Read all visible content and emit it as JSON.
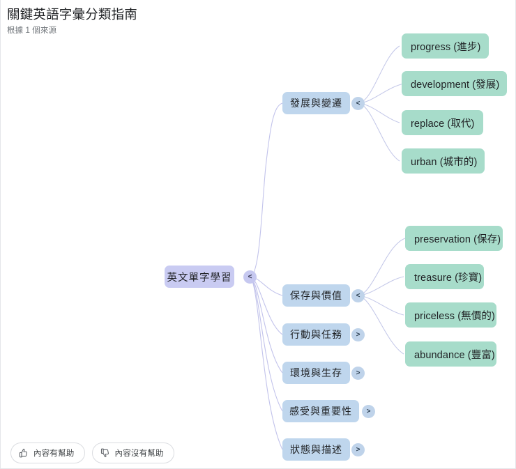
{
  "header": {
    "title": "關鍵英語字彙分類指南",
    "subtitle": "根據 1 個來源"
  },
  "colors": {
    "root_node": "#c9cbf2",
    "branch_node": "#bfd6ed",
    "leaf_node": "#a7dcca",
    "edge": "#b7b8e8",
    "toggle_root": "#c6c8f0",
    "toggle_branch": "#bfd3ea",
    "text": "#1f2124",
    "subtitle": "#70757a"
  },
  "mindmap": {
    "root": {
      "label": "英文單字學習",
      "toggle": "<",
      "toggle_state": "expanded"
    },
    "branches": [
      {
        "label": "發展與變遷",
        "toggle": "<",
        "toggle_state": "expanded",
        "children": [
          {
            "label": "progress (進步)"
          },
          {
            "label": "development (發展)"
          },
          {
            "label": "replace (取代)"
          },
          {
            "label": "urban (城市的)"
          }
        ]
      },
      {
        "label": "保存與價值",
        "toggle": "<",
        "toggle_state": "expanded",
        "children": [
          {
            "label": "preservation (保存)"
          },
          {
            "label": "treasure (珍寶)"
          },
          {
            "label": "priceless (無價的)"
          },
          {
            "label": "abundance (豐富)"
          }
        ]
      },
      {
        "label": "行動與任務",
        "toggle": ">",
        "toggle_state": "collapsed",
        "children": []
      },
      {
        "label": "環境與生存",
        "toggle": ">",
        "toggle_state": "collapsed",
        "children": []
      },
      {
        "label": "感受與重要性",
        "toggle": ">",
        "toggle_state": "collapsed",
        "children": []
      },
      {
        "label": "狀態與描述",
        "toggle": ">",
        "toggle_state": "collapsed",
        "children": []
      }
    ]
  },
  "feedback": {
    "helpful_label": "內容有幫助",
    "not_helpful_label": "內容沒有幫助",
    "helpful_icon": "thumbs-up-icon",
    "not_helpful_icon": "thumbs-down-icon"
  }
}
